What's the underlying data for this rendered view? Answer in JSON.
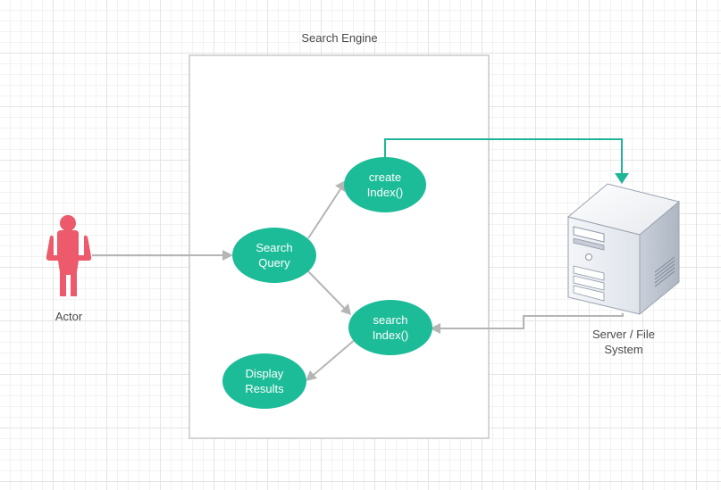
{
  "diagram": {
    "system_label": "Search Engine",
    "actor_label": "Actor",
    "server_label": "Server / File\nSystem",
    "nodes": {
      "create_index": "create\nIndex()",
      "search_query": "Search\nQuery",
      "search_index": "search\nIndex()",
      "display_results": "Display\nResults"
    }
  },
  "colors": {
    "node_fill": "#1dbc99",
    "actor": "#ec5a6b",
    "connector": "#b5b5b5",
    "highlight_connector": "#1fb596",
    "boundary": "#c8c8c8"
  }
}
